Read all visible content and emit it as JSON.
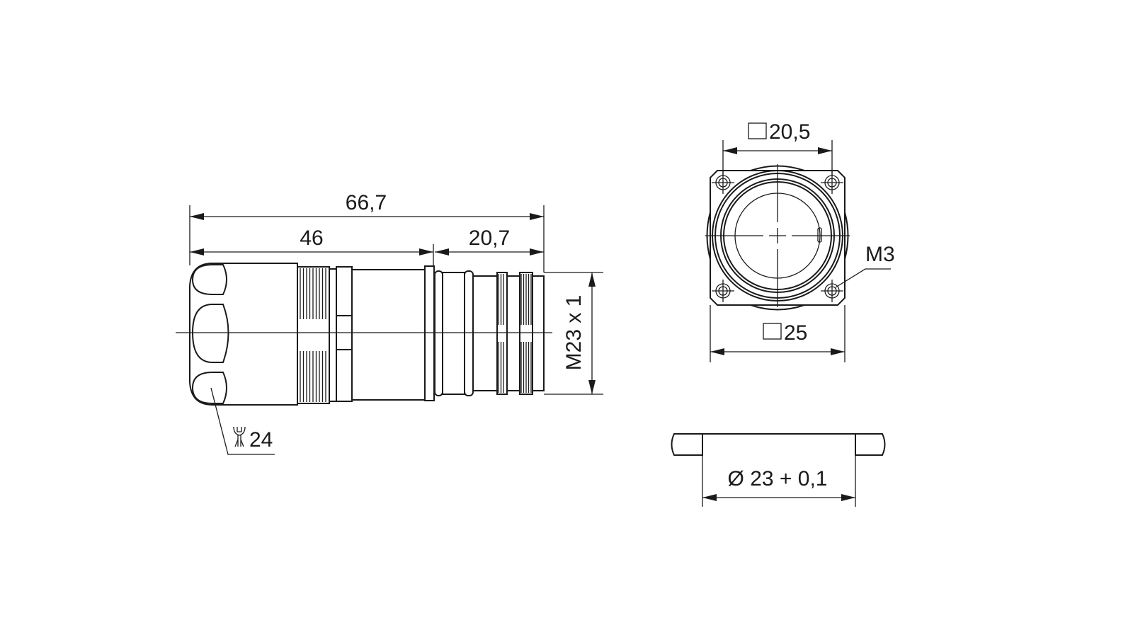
{
  "drawing": {
    "side_view": {
      "overall_length": "66,7",
      "body_length": "46",
      "mating_length": "20,7",
      "thread": "M23 x 1",
      "wrench_size": "24"
    },
    "front_view": {
      "hole_spacing": "20,5",
      "flange_size": "25",
      "screw_thread": "M3"
    },
    "panel_cutout": {
      "diameter": "Ø 23 + 0,1"
    }
  }
}
